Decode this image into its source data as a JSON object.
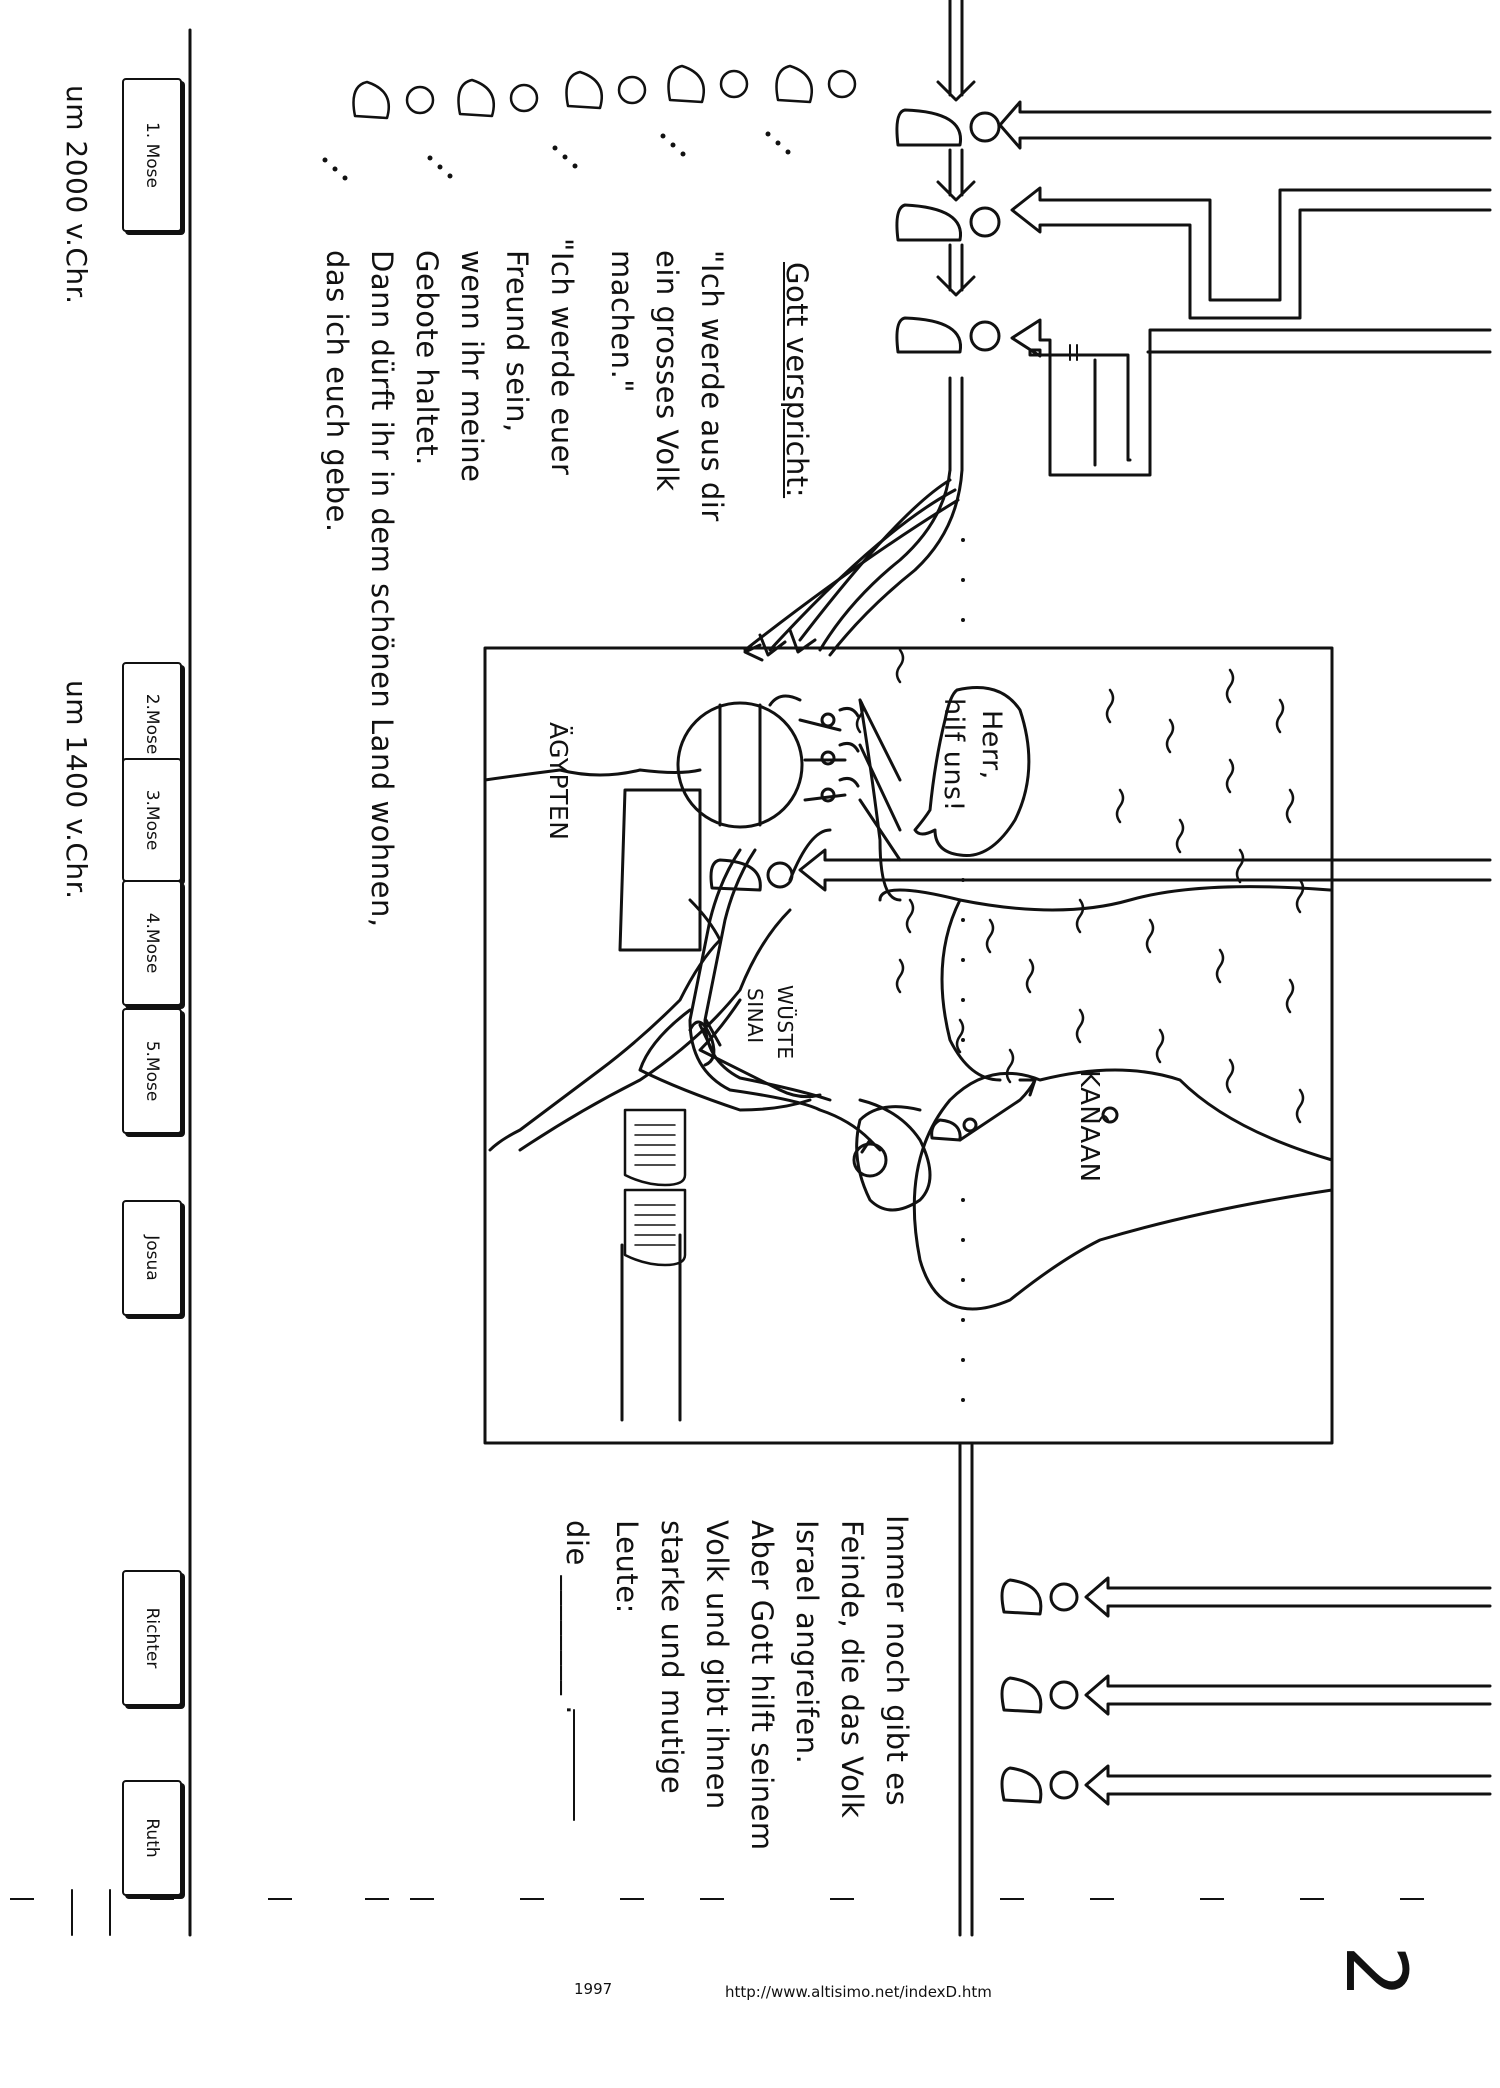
{
  "books": [
    {
      "label": "1. Mose"
    },
    {
      "label": "2.Mose"
    },
    {
      "label": "3.Mose"
    },
    {
      "label": "4.Mose"
    },
    {
      "label": "5.Mose"
    },
    {
      "label": "Josua"
    },
    {
      "label": "Richter"
    },
    {
      "label": "Ruth"
    }
  ],
  "timeline": {
    "date_2000": "um 2000 v.Chr.",
    "date_1400": "um 1400 v.Chr."
  },
  "promise": {
    "heading": "Gott verspricht:",
    "lines": [
      "\"Ich werde aus dir",
      "ein grosses Volk",
      "machen.\"",
      "\"Ich werde euer",
      "Freund sein,",
      "wenn ihr meine",
      "Gebote haltet.",
      "Dann dürft ihr in dem schönen Land wohnen,",
      "das ich euch gebe."
    ]
  },
  "map": {
    "speech": [
      "Herr,",
      "hilf uns!"
    ],
    "aegypten": "ÄGYPTEN",
    "wueste": [
      "WÜSTE",
      "SINAI"
    ],
    "kanaan": "KANAAN"
  },
  "judges_text": {
    "lines": [
      "Immer noch gibt es",
      "Feinde, die das Volk",
      "Israel angreifen.",
      "Aber Gott hilft seinem",
      "Volk und gibt ihnen",
      "starke und mutige",
      "Leute:",
      "die ________ ."
    ]
  },
  "footer": {
    "year": "1997",
    "url": "http://www.altisimo.net/indexD.htm"
  },
  "page_number": "2"
}
